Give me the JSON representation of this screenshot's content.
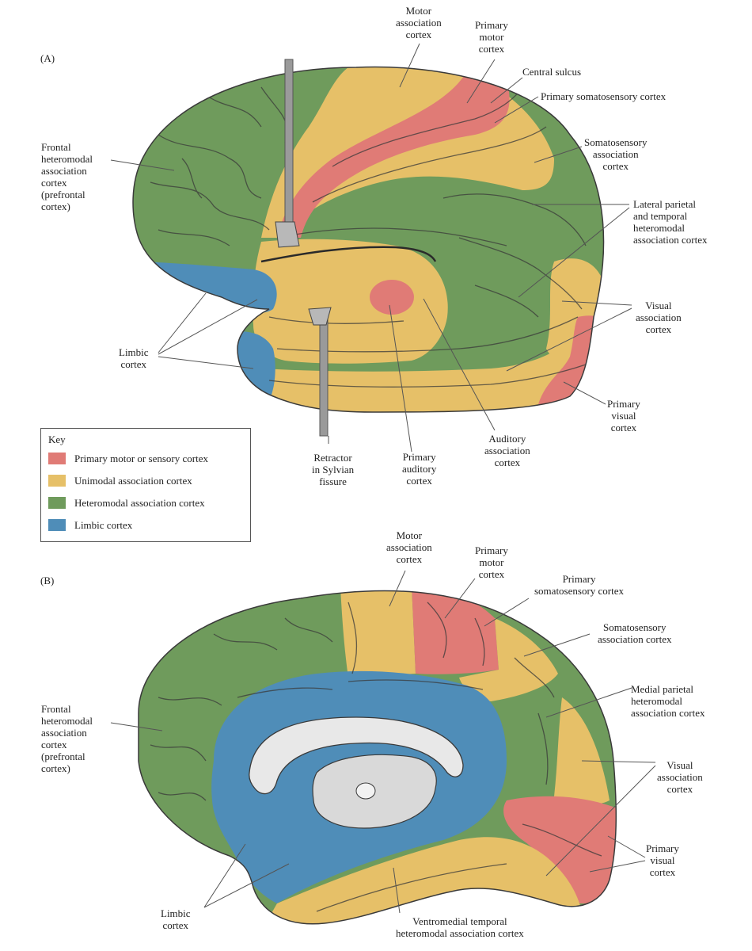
{
  "panel_a": {
    "tag": "(A)",
    "labels": {
      "motor_assoc": "Motor\nassociation\ncortex",
      "primary_motor": "Primary\nmotor\ncortex",
      "central_sulcus": "Central sulcus",
      "primary_somato": "Primary somatosensory cortex",
      "somato_assoc": "Somatosensory\nassociation\ncortex",
      "frontal_hetero": "Frontal\nheteromodal\nassociation\ncortex\n(prefrontal\ncortex)",
      "lateral_parietal": "Lateral parietal\nand temporal\nheteromodal\nassociation cortex",
      "visual_assoc": "Visual\nassociation\ncortex",
      "limbic": "Limbic\ncortex",
      "primary_visual": "Primary\nvisual\ncortex",
      "retractor": "Retractor\nin Sylvian\nfissure",
      "primary_auditory": "Primary\nauditory\ncortex",
      "auditory_assoc": "Auditory\nassociation\ncortex"
    }
  },
  "key": {
    "title": "Key",
    "items": [
      {
        "label": "Primary motor or sensory cortex",
        "color": "#e07b76"
      },
      {
        "label": "Unimodal association cortex",
        "color": "#e6c068"
      },
      {
        "label": "Heteromodal association cortex",
        "color": "#6f9b5c"
      },
      {
        "label": "Limbic cortex",
        "color": "#4f8db8"
      }
    ]
  },
  "panel_b": {
    "tag": "(B)",
    "labels": {
      "motor_assoc": "Motor\nassociation\ncortex",
      "primary_motor": "Primary\nmotor\ncortex",
      "primary_somato": "Primary\nsomatosensory cortex",
      "somato_assoc": "Somatosensory\nassociation cortex",
      "medial_parietal": "Medial parietal\nheteromodal\nassociation cortex",
      "frontal_hetero": "Frontal\nheteromodal\nassociation\ncortex\n(prefrontal\ncortex)",
      "visual_assoc": "Visual\nassociation\ncortex",
      "primary_visual": "Primary\nvisual\ncortex",
      "limbic": "Limbic\ncortex",
      "ventromedial": "Ventromedial temporal\nheteromodal association cortex"
    }
  },
  "colors": {
    "primary": "#e07b76",
    "unimodal": "#e6c068",
    "heteromodal": "#6f9b5c",
    "limbic": "#4f8db8",
    "sulcus_line": "#3a3a3a",
    "leader_line": "#555555",
    "retractor": "#9a9a9a",
    "corpus": "#e8e8e8"
  }
}
